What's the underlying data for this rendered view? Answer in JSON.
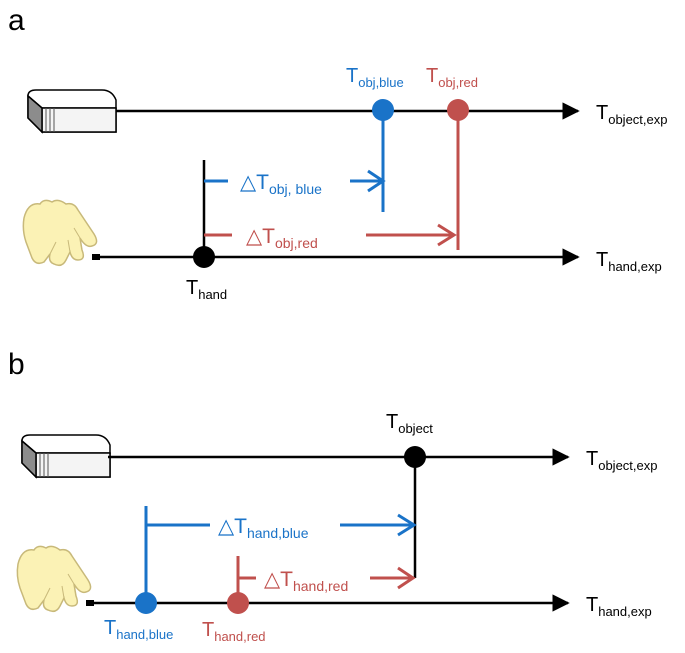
{
  "colors": {
    "black": "#000000",
    "blue": "#1a73c8",
    "red": "#c0504d",
    "hand_fill": "#fbf2b5",
    "hand_stroke": "#c8b97a",
    "device_top": "#ffffff",
    "device_side": "#8c8c8c"
  },
  "icons": {
    "device": "device-icon",
    "hand": "hand-icon"
  },
  "panel_a": {
    "letter": "a",
    "obj_blue": {
      "main": "T",
      "sub": "obj,blue"
    },
    "obj_red": {
      "main": "T",
      "sub": "obj,red"
    },
    "object_exp": {
      "main": "T",
      "sub": "object,exp"
    },
    "hand_exp": {
      "main": "T",
      "sub": "hand,exp"
    },
    "hand": {
      "main": "T",
      "sub": "hand"
    },
    "delta_blue": {
      "main": "△T",
      "sub": "obj, blue"
    },
    "delta_red": {
      "main": "△T",
      "sub": "obj,red"
    }
  },
  "panel_b": {
    "letter": "b",
    "object": {
      "main": "T",
      "sub": "object"
    },
    "object_exp": {
      "main": "T",
      "sub": "object,exp"
    },
    "hand_exp": {
      "main": "T",
      "sub": "hand,exp"
    },
    "hand_blue": {
      "main": "T",
      "sub": "hand,blue"
    },
    "hand_red": {
      "main": "T",
      "sub": "hand,red"
    },
    "delta_blue": {
      "main": "△T",
      "sub": "hand,blue"
    },
    "delta_red": {
      "main": "△T",
      "sub": "hand,red"
    }
  }
}
